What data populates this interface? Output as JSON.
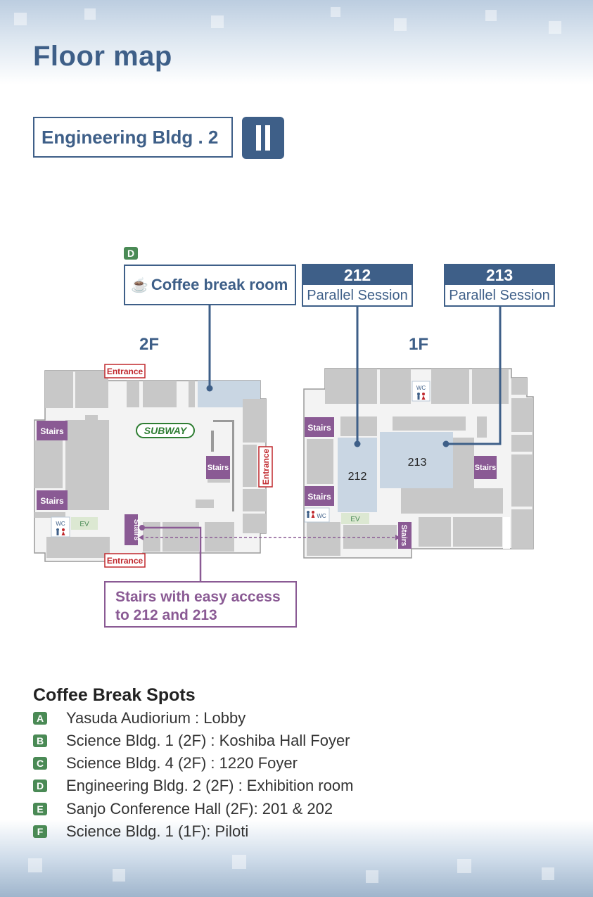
{
  "page_title": "Floor map",
  "building": {
    "name": "Engineering Bldg . 2"
  },
  "map": {
    "coffee_badge": "D",
    "coffee_room": "Coffee break room",
    "room_212": {
      "number": "212",
      "label": "Parallel Session"
    },
    "room_213": {
      "number": "213",
      "label": "Parallel Session"
    },
    "floor_2f": "2F",
    "floor_1f": "1F",
    "entrance": "Entrance",
    "stairs": "Stairs",
    "wc": "WC",
    "ev": "EV",
    "subway": "SUBWAY",
    "room_label_212": "212",
    "room_label_213": "213",
    "stairs_note_line1": "Stairs with easy access",
    "stairs_note_line2": "to 212 and 213"
  },
  "coffee_spots": {
    "title": "Coffee Break Spots",
    "items": [
      {
        "letter": "A",
        "text": "Yasuda Audiorium : Lobby"
      },
      {
        "letter": "B",
        "text": "Science Bldg. 1 (2F) : Koshiba Hall Foyer"
      },
      {
        "letter": "C",
        "text": "Science Bldg. 4 (2F) : 1220 Foyer"
      },
      {
        "letter": "D",
        "text": "Engineering Bldg. 2 (2F) : Exhibition room"
      },
      {
        "letter": "E",
        "text": "Sanjo Conference Hall (2F): 201 & 202"
      },
      {
        "letter": "F",
        "text": "Science Bldg. 1 (1F): Piloti"
      }
    ]
  },
  "colors": {
    "brand": "#3e5f88",
    "stairs": "#8a5a94",
    "badge": "#4a8a55",
    "entrance": "#c0282d",
    "room": "#c9d6e3"
  }
}
